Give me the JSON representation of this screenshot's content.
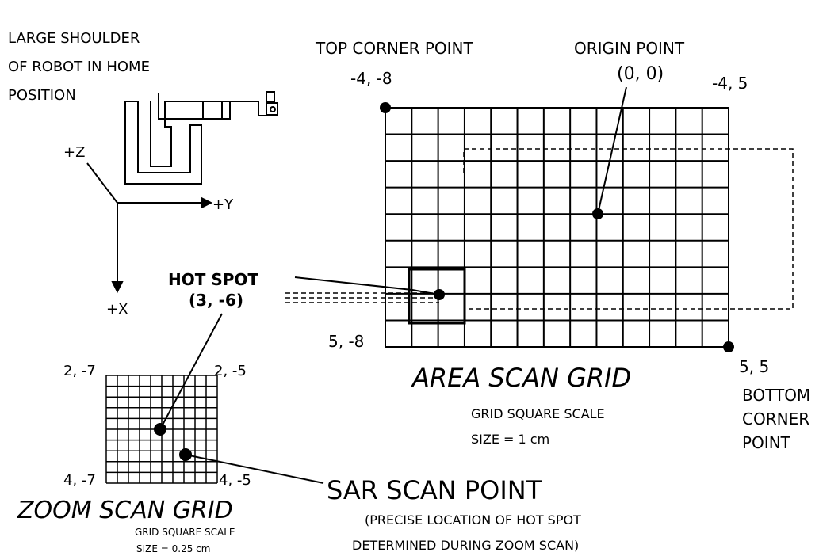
{
  "robot": {
    "label_lines": [
      "LARGE SHOULDER",
      "OF ROBOT IN HOME",
      "POSITION"
    ],
    "axis_z": "+Z",
    "axis_y": "+Y",
    "axis_x": "+X"
  },
  "area_grid": {
    "title": "AREA SCAN GRID",
    "rows": 9,
    "cols": 13,
    "scale_line1": "GRID SQUARE SCALE",
    "scale_line2": "SIZE = 1 cm",
    "top_corner_label": "TOP CORNER POINT",
    "top_corner_coord": "-4, -8",
    "top_right_coord": "-4, 5",
    "bottom_left_coord": "5, -8",
    "bottom_corner_coord": "5, 5",
    "bottom_corner_label": [
      "BOTTOM",
      "CORNER",
      "POINT"
    ],
    "origin_label": "ORIGIN POINT",
    "origin_coord": "(0, 0)"
  },
  "hot_spot": {
    "label": "HOT SPOT",
    "coord": "(3, -6)"
  },
  "zoom_grid": {
    "title": "ZOOM SCAN GRID",
    "rows": 10,
    "cols": 10,
    "scale_line1": "GRID SQUARE SCALE",
    "scale_line2": "SIZE = 0.25 cm",
    "top_left_coord": "2, -7",
    "top_right_coord": "2, -5",
    "bottom_left_coord": "4, -7",
    "bottom_right_coord": "4, -5"
  },
  "sar": {
    "label": "SAR SCAN POINT",
    "note_line1": "(PRECISE LOCATION OF HOT SPOT",
    "note_line2": "DETERMINED DURING ZOOM SCAN)"
  }
}
